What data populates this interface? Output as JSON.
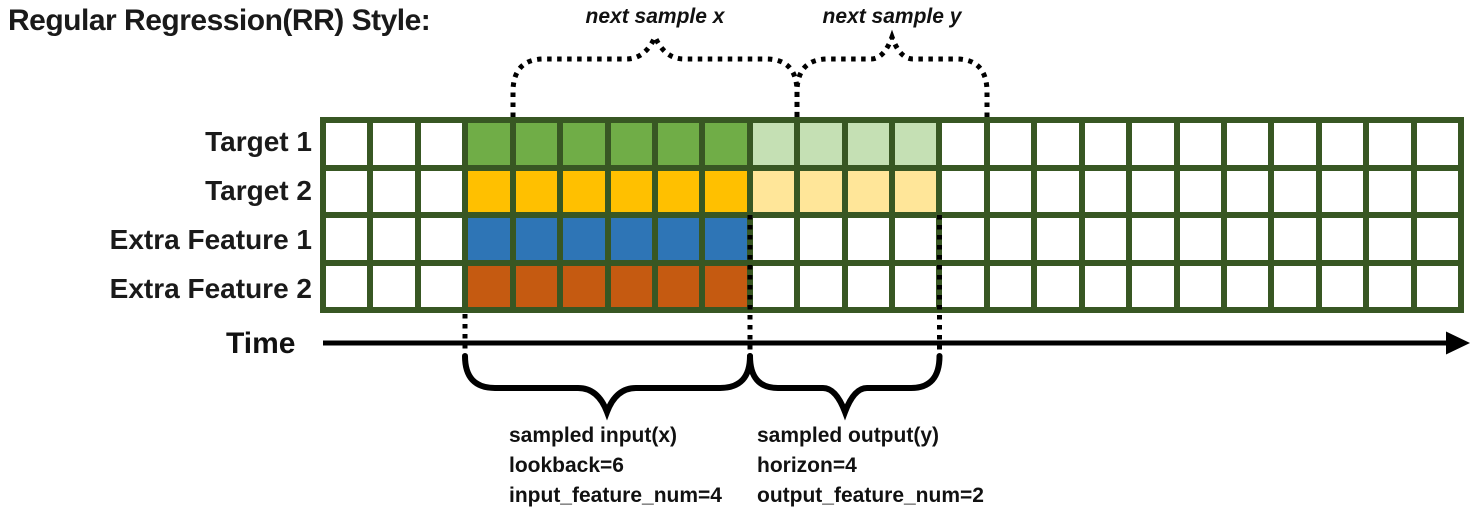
{
  "title": "Regular Regression(RR) Style:",
  "top_annotations": {
    "next_sample_x": "next sample x",
    "next_sample_y": "next sample y"
  },
  "grid": {
    "columns": 24,
    "border_color": "#385723",
    "rows": [
      {
        "label": "Target 1",
        "segments": [
          {
            "count": 3,
            "color": "#ffffff"
          },
          {
            "count": 6,
            "color": "#70AD47"
          },
          {
            "count": 4,
            "color": "#C5E0B4"
          },
          {
            "count": 11,
            "color": "#ffffff"
          }
        ]
      },
      {
        "label": "Target 2",
        "segments": [
          {
            "count": 3,
            "color": "#ffffff"
          },
          {
            "count": 6,
            "color": "#FFC000"
          },
          {
            "count": 4,
            "color": "#FFE699"
          },
          {
            "count": 11,
            "color": "#ffffff"
          }
        ]
      },
      {
        "label": "Extra Feature 1",
        "segments": [
          {
            "count": 3,
            "color": "#ffffff"
          },
          {
            "count": 6,
            "color": "#2E75B6"
          },
          {
            "count": 15,
            "color": "#ffffff"
          }
        ]
      },
      {
        "label": "Extra Feature 2",
        "segments": [
          {
            "count": 3,
            "color": "#ffffff"
          },
          {
            "count": 6,
            "color": "#C55A11"
          },
          {
            "count": 15,
            "color": "#ffffff"
          }
        ]
      }
    ]
  },
  "time_axis": {
    "label": "Time"
  },
  "samples": {
    "input": {
      "lines": [
        "sampled input(x)",
        "lookback=6",
        "input_feature_num=4"
      ]
    },
    "output": {
      "lines": [
        "sampled output(y)",
        "horizon=4",
        "output_feature_num=2"
      ]
    }
  },
  "colors": {
    "grid_border": "#385723",
    "target1_input": "#70AD47",
    "target1_output": "#C5E0B4",
    "target2_input": "#FFC000",
    "target2_output": "#FFE699",
    "extra1_input": "#2E75B6",
    "extra2_input": "#C55A11",
    "annotation": "#000000"
  }
}
